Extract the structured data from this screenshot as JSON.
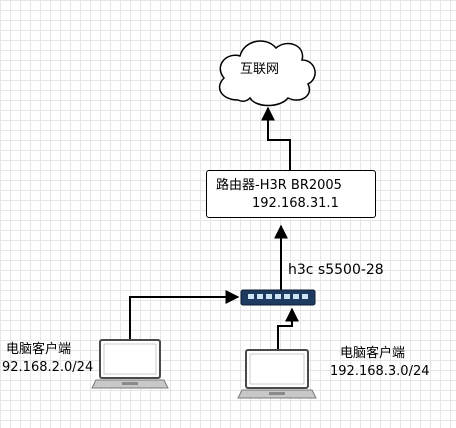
{
  "cloud": {
    "label": "互联网"
  },
  "router": {
    "name": "路由器-H3R BR2005",
    "ip": "192.168.31.1"
  },
  "switch": {
    "label": "h3c s5500-28"
  },
  "pc_left": {
    "name": "电脑客户端",
    "ip": "92.168.2.0/24"
  },
  "pc_right": {
    "name": "电脑客户端",
    "ip": "192.168.3.0/24"
  },
  "colors": {
    "line": "#000000",
    "switch_body": "#1f3a5f",
    "switch_port": "#cfe3f7",
    "grid": "#e6e6e6"
  },
  "icons": [
    "cloud-icon",
    "switch-icon",
    "laptop-icon"
  ]
}
